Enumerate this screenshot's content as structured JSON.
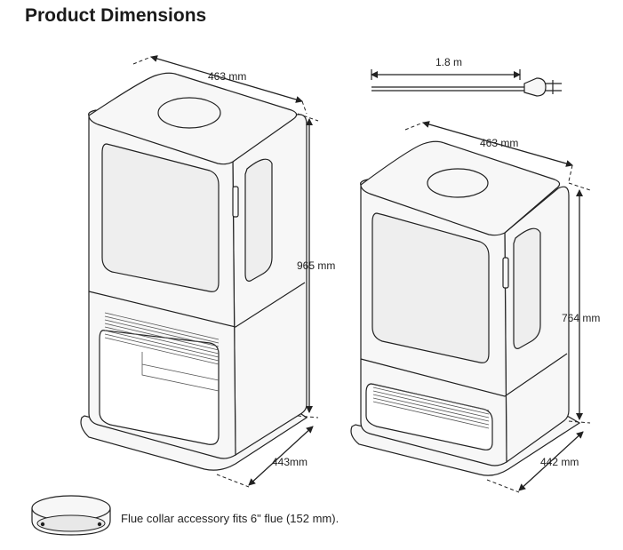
{
  "title": "Product Dimensions",
  "tall_stove": {
    "width_label": "463 mm",
    "height_label": "965 mm",
    "depth_label": "443mm"
  },
  "short_stove": {
    "width_label": "463 mm",
    "height_label": "764 mm",
    "depth_label": "442 mm"
  },
  "cord": {
    "length_label": "1.8 m",
    "icon": "plug-icon"
  },
  "flue": {
    "icon": "flue-collar-icon",
    "note": "Flue collar accessory fits 6\" flue (152 mm)."
  },
  "colors": {
    "stroke": "#222222",
    "body_fill": "#f7f7f7",
    "glass_fill": "#eeeeee"
  }
}
